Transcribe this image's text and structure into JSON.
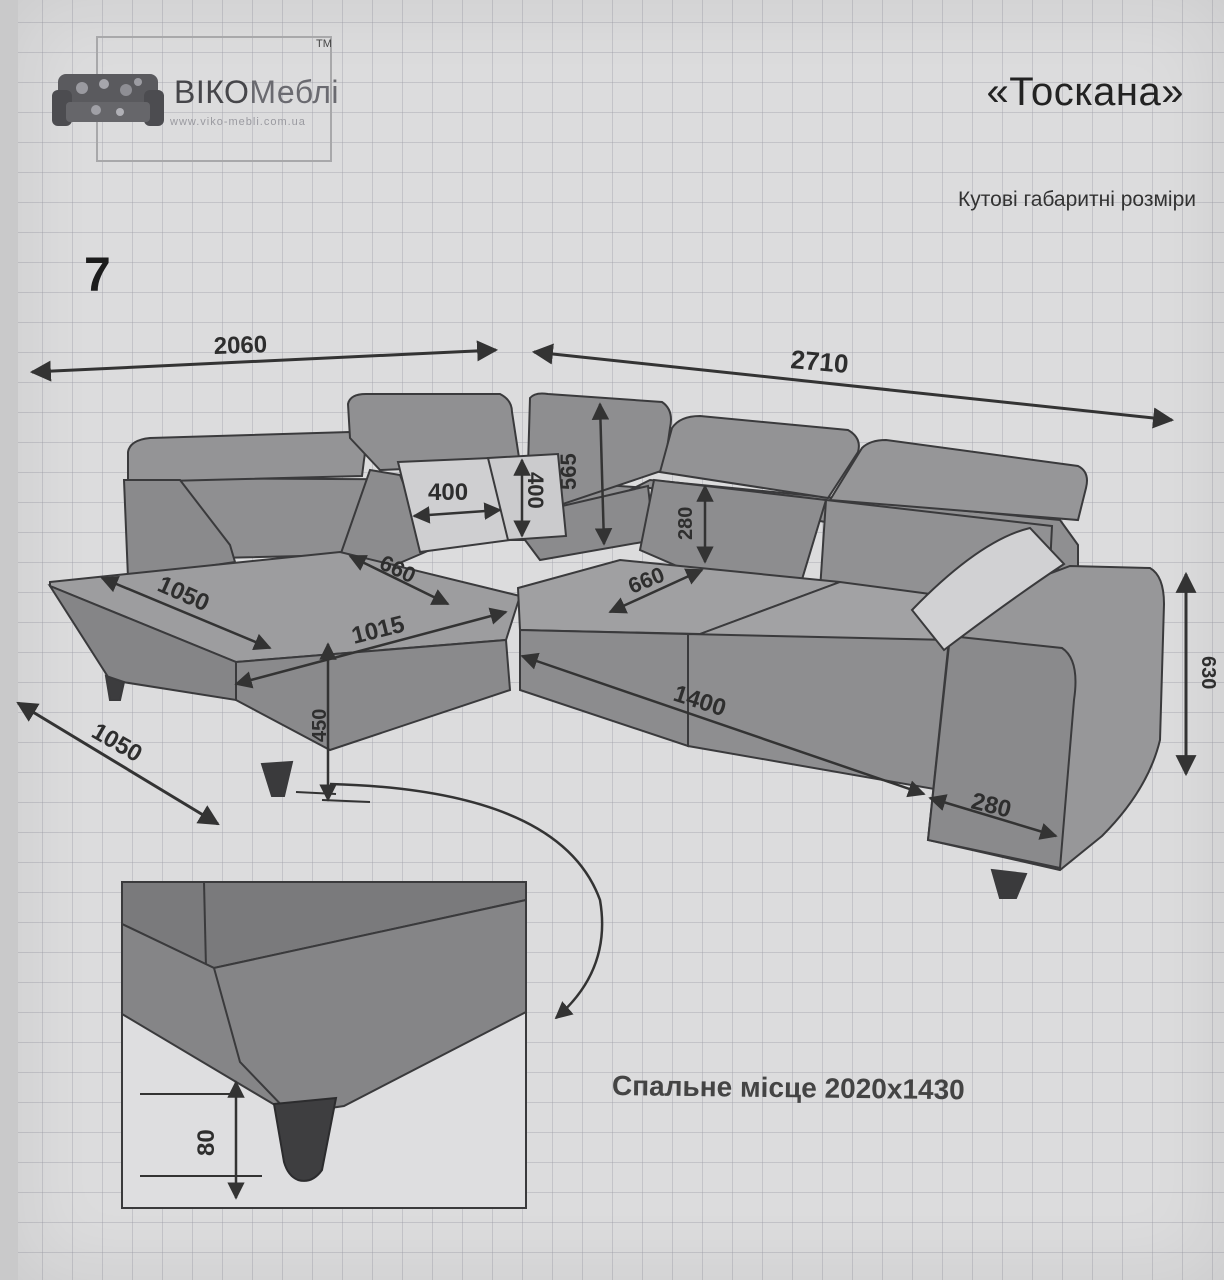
{
  "header": {
    "brand_bold": "ВІКО",
    "brand_light": "Меблі",
    "trademark": "TM",
    "website": "www.viko-mebli.com.ua",
    "title": "«Тоскана»",
    "subtitle": "Кутові габаритні розміри"
  },
  "page_number": "7",
  "dimensions": {
    "overall_left": "2060",
    "overall_right": "2710",
    "cushion_w": "400",
    "cushion_h": "400",
    "back_height": "565",
    "headrest_height": "280",
    "left_seat_depth": "660",
    "right_seat_depth": "660",
    "chaise_depth": "1050",
    "chaise_width": "1015",
    "seat_height": "450",
    "bed_width": "1400",
    "armrest_width": "280",
    "total_height": "630",
    "side_depth": "1050",
    "leg_height": "80"
  },
  "sleeping_area": "Спальне місце 2020x1430",
  "colors": {
    "paper": "#dcdcdd",
    "upholstery": "#9a9a9c",
    "upholstery_dark": "#848486",
    "line": "#3a3a3c",
    "cushion": "#cfcfd1"
  },
  "icons": {
    "logo": "sofa-logo-icon"
  }
}
